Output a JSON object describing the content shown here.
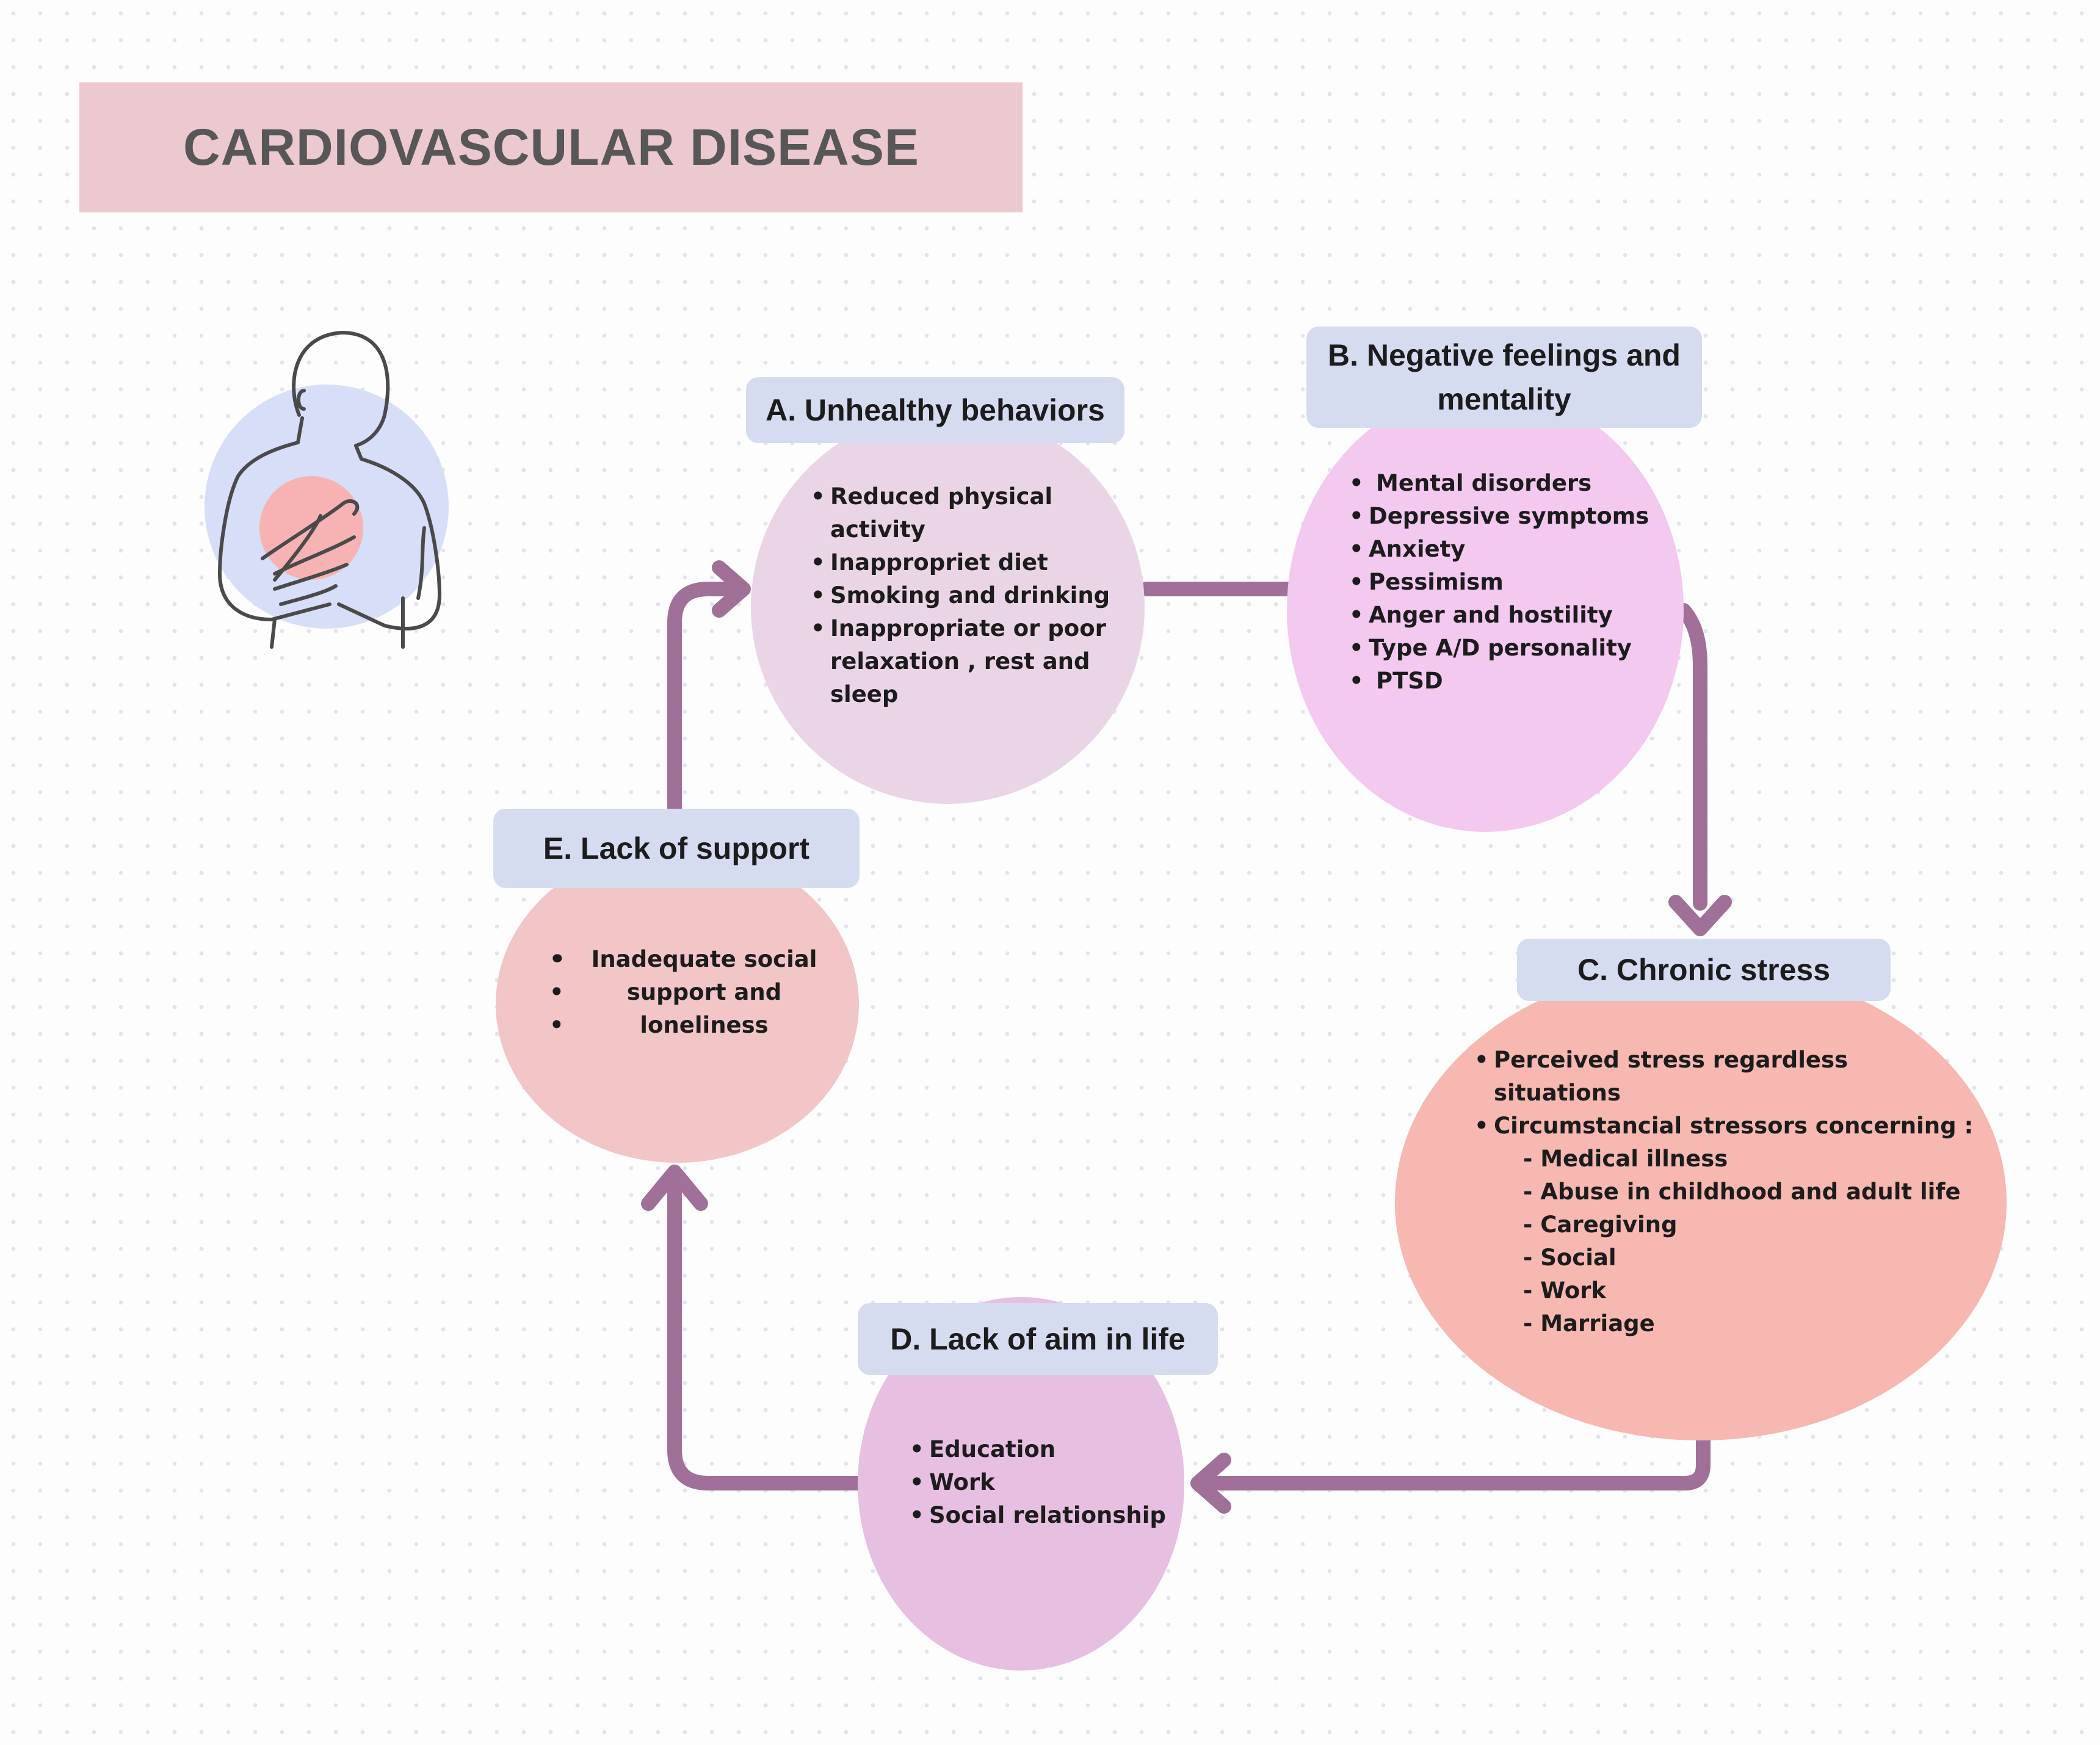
{
  "title": "CARDIOVASCULAR DISEASE",
  "illustration": {
    "icon": "person-hands-on-heart-icon"
  },
  "colors": {
    "title_banner": "#ebc9cf",
    "arrow": "#a07099",
    "tag": "#d6dcf0",
    "node_a": "#ead5e6",
    "node_b": "#f3c9ef",
    "node_c": "#f6b8b0",
    "node_d": "#e7bfe0",
    "node_e": "#f2c5c6"
  },
  "nodes": {
    "a": {
      "label": "A. Unhealthy behaviors",
      "items": [
        "Reduced physical",
        "activity",
        "Inappropriet diet",
        "Smoking and drinking",
        "Inappropriate or poor",
        "relaxation , rest and",
        "sleep"
      ]
    },
    "b": {
      "label_line1": "B. Negative feelings and",
      "label_line2": "mentality",
      "items": [
        "Mental disorders",
        "Depressive symptoms",
        "Anxiety",
        "Pessimism",
        "Anger and hostility",
        "Type A/D personality",
        "PTSD"
      ]
    },
    "c": {
      "label": "C. Chronic stress",
      "items": [
        "Perceived stress regardless",
        "situations",
        "Circumstancial stressors concerning :",
        "- Medical illness",
        "- Abuse in childhood and adult life",
        "- Caregiving",
        "- Social",
        "- Work",
        "- Marriage"
      ]
    },
    "d": {
      "label": "D. Lack of aim in life",
      "items": [
        "Education",
        "Work",
        "Social relationship"
      ]
    },
    "e": {
      "label": "E. Lack of support",
      "items": [
        "Inadequate social",
        "support and",
        "loneliness"
      ]
    }
  },
  "edges": [
    {
      "from": "A",
      "to": "B",
      "arrowhead": false
    },
    {
      "from": "B",
      "to": "C",
      "arrowhead": true
    },
    {
      "from": "C",
      "to": "D",
      "arrowhead": true
    },
    {
      "from": "D",
      "to": "E",
      "arrowhead": true
    },
    {
      "from": "E",
      "to": "A",
      "arrowhead": true
    }
  ]
}
